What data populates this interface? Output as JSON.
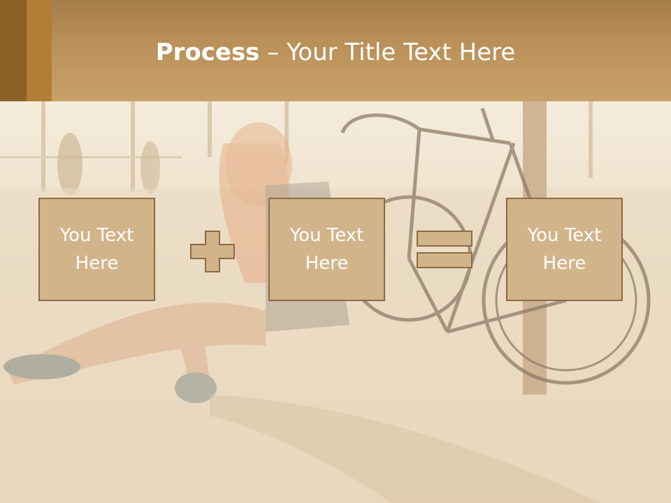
{
  "slide": {
    "title_bold": "Process",
    "title_rest": " – Your Title Text Here"
  },
  "process": {
    "boxes": [
      {
        "text": "You Text Here"
      },
      {
        "text": "You Text Here"
      },
      {
        "text": "You Text Here"
      }
    ],
    "operators": [
      "plus-icon",
      "equals-icon"
    ]
  },
  "colors": {
    "header": "#c09658",
    "header_accent_dark": "#8c6128",
    "header_accent_mid": "#b27d37",
    "box_fill": "#d2b48a",
    "box_border": "#8d6a43",
    "text": "#ffffff"
  }
}
